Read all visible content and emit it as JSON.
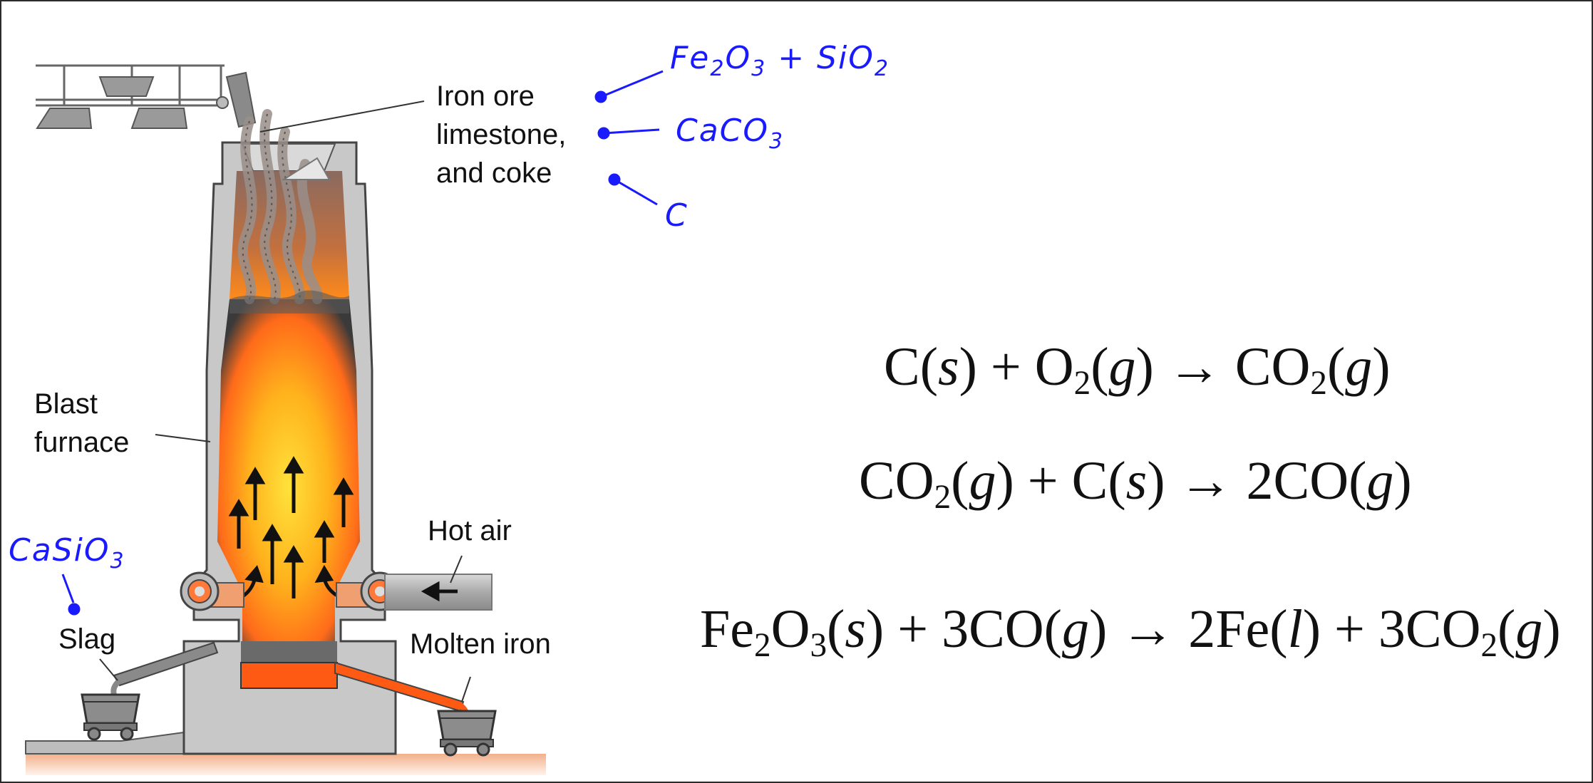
{
  "labels": {
    "feed": [
      "Iron ore",
      "limestone,",
      "and coke"
    ],
    "blast_furnace": [
      "Blast",
      "furnace"
    ],
    "hot_air": "Hot air",
    "slag": "Slag",
    "molten_iron": "Molten iron"
  },
  "handwritten": {
    "fe2o3_sio2": {
      "t1": "Fe",
      "s1": "2",
      "t2": "O",
      "s2": "3",
      "t3": " + SiO",
      "s3": "2"
    },
    "caco3": {
      "t1": "CaCO",
      "s1": "3"
    },
    "c": "C",
    "casio3": {
      "t1": "CaSiO",
      "s1": "3"
    }
  },
  "equations": [
    {
      "p1": "C(",
      "p2": "s",
      "p3": ") + O",
      "p4": "2",
      "p5": "(",
      "p6": "g",
      "p7": ") → CO",
      "p8": "2",
      "p9": "(",
      "p10": "g",
      "p11": ")"
    },
    {
      "p1": "CO",
      "p2": "2",
      "p3": "(",
      "p4": "g",
      "p5": ") + C(",
      "p6": "s",
      "p7": ") → 2CO(",
      "p8": "g",
      "p9": ")"
    },
    {
      "p1": "Fe",
      "p2": "2",
      "p3": "O",
      "p4": "3",
      "p5": "(",
      "p6": "s",
      "p7": ") + 3CO(",
      "p8": "g",
      "p9": ") → 2Fe(",
      "p10": "l",
      "p11": ") + 3CO",
      "p12": "2",
      "p13": "(",
      "p14": "g",
      "p15": ")"
    }
  ],
  "colors": {
    "handwriting": "#1a1aff",
    "furnace_wall": "#c8c8c8",
    "flame_core": "#ffd21a",
    "flame_outer": "#ff6a1a",
    "molten": "#ff5a14"
  }
}
